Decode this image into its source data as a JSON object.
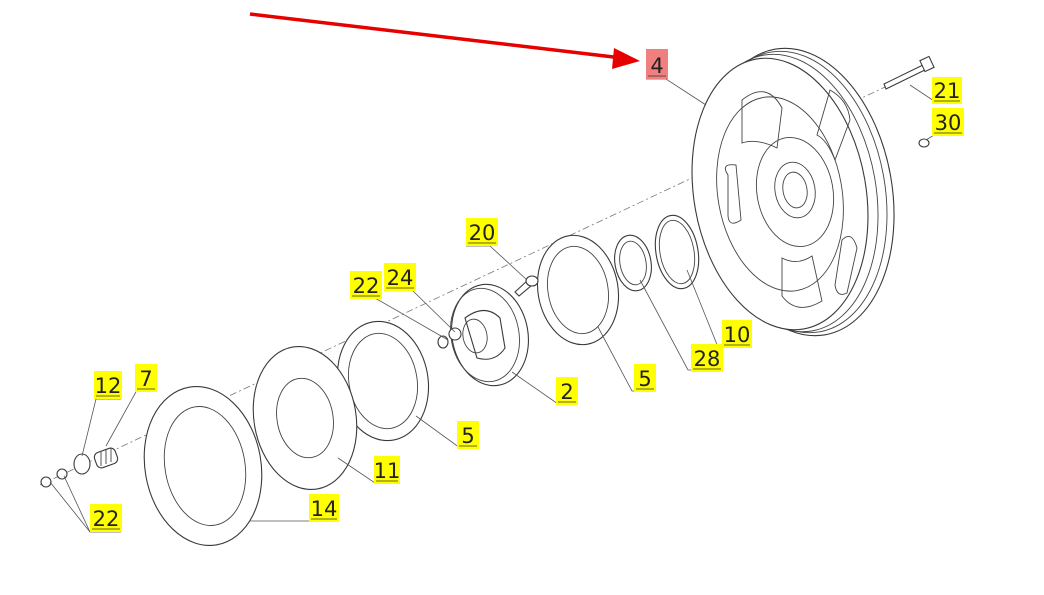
{
  "colors": {
    "label_bg": "#ffff00",
    "highlight_bg": "#f08080",
    "arrow": "#e60000",
    "line": "#3a3a3a"
  },
  "callouts": {
    "c4": "4",
    "c21": "21",
    "c30": "30",
    "c20": "20",
    "c22a": "22",
    "c24": "24",
    "c10": "10",
    "c28": "28",
    "c5a": "5",
    "c2": "2",
    "c5b": "5",
    "c11": "11",
    "c14": "14",
    "c12": "12",
    "c7": "7",
    "c22b": "22"
  }
}
